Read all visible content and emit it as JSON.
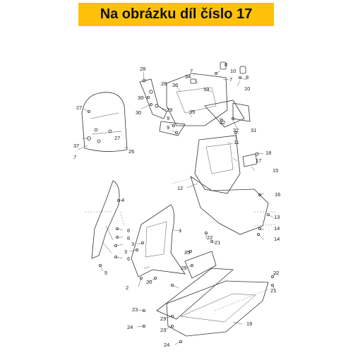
{
  "header": {
    "title": "Na obrázku díl číslo 17",
    "background_color": "#ffc107"
  },
  "diagram": {
    "labels": [
      "1",
      "2",
      "3",
      "3",
      "4",
      "5",
      "6",
      "6",
      "6",
      "7",
      "7",
      "7",
      "8",
      "8",
      "9",
      "9",
      "10",
      "10",
      "11",
      "12",
      "13",
      "14",
      "14",
      "15",
      "16",
      "17",
      "18",
      "19",
      "20",
      "21",
      "21",
      "22",
      "22",
      "23",
      "23",
      "23",
      "24",
      "24",
      "25",
      "25",
      "26",
      "27",
      "27",
      "28",
      "28",
      "29",
      "30",
      "30",
      "31",
      "32",
      "32",
      "33",
      "34",
      "35",
      "36",
      "37"
    ]
  }
}
